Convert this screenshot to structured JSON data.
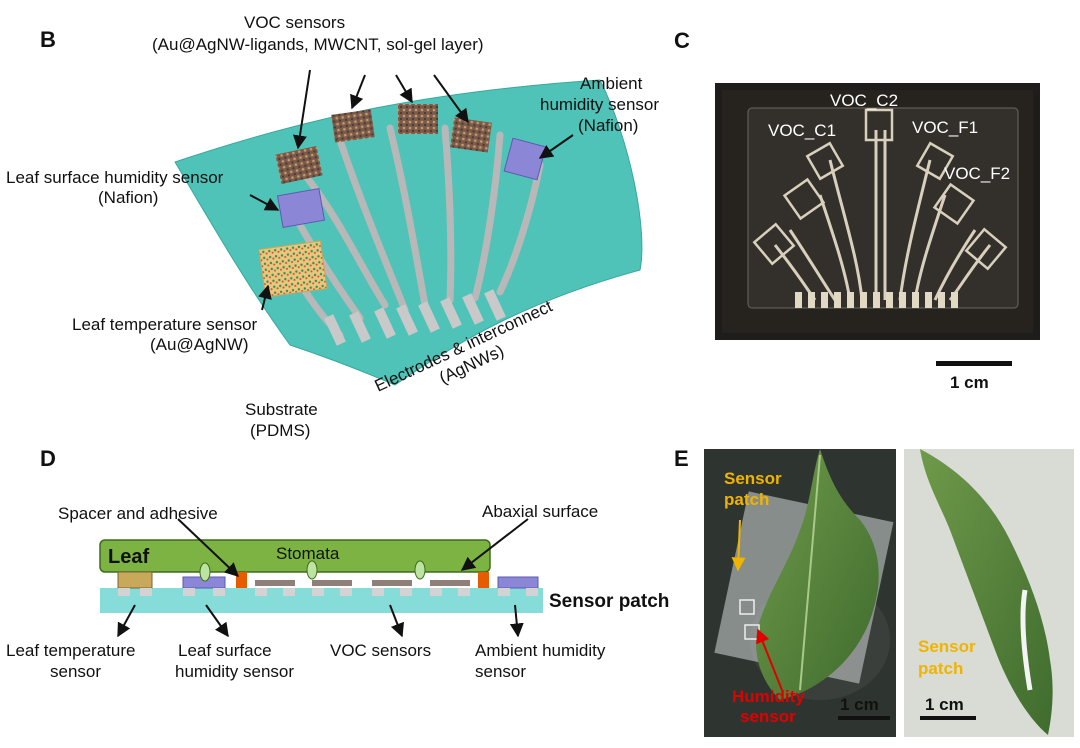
{
  "panels": {
    "b": "B",
    "c": "C",
    "d": "D",
    "e": "E"
  },
  "b": {
    "voc_title": "VOC sensors",
    "voc_materials": "(Au@AgNW-ligands, MWCNT, sol-gel layer)",
    "ambient_1": "Ambient",
    "ambient_2": "humidity sensor",
    "ambient_3": "(Nafion)",
    "leaf_surface_1": "Leaf surface humidity sensor",
    "leaf_surface_2": "(Nafion)",
    "leaf_temp_1": "Leaf temperature sensor",
    "leaf_temp_2": "(Au@AgNW)",
    "electrodes_1": "Electrodes & interconnect",
    "electrodes_2": "(AgNWs)",
    "substrate_1": "Substrate",
    "substrate_2": "(PDMS)"
  },
  "c": {
    "voc_c2": "VOC_C2",
    "voc_c1": "VOC_C1",
    "voc_f1": "VOC_F1",
    "voc_f2": "VOC_F2",
    "scale": "1 cm"
  },
  "d": {
    "spacer": "Spacer and adhesive",
    "abaxial": "Abaxial surface",
    "leaf": "Leaf",
    "stomata": "Stomata",
    "sensor_patch": "Sensor patch",
    "leaf_temp_1": "Leaf temperature",
    "leaf_temp_2": "sensor",
    "leaf_surface_1": "Leaf surface",
    "leaf_surface_2": "humidity sensor",
    "voc": "VOC sensors",
    "ambient_1": "Ambient humidity",
    "ambient_2": "sensor"
  },
  "e": {
    "sensor_1": "Sensor",
    "patch_1": "patch",
    "humidity_1": "Humidity",
    "sensor_2": "sensor",
    "scale_1": "1 cm",
    "sensor_3": "Sensor",
    "patch_2": "patch",
    "scale_2": "1 cm"
  },
  "colors": {
    "substrate": "#4fc3b8",
    "leaf": "#7cb342",
    "sensor_patch_bar": "#86dcd8",
    "temp_block": "#c8a85a",
    "humidity_block": "#8b86d6",
    "voc_block": "#8e7f78",
    "spacer": "#e65c00",
    "stomata": "#bde3a2",
    "highlight_yellow": "#f0b400",
    "highlight_red": "#e00000"
  }
}
